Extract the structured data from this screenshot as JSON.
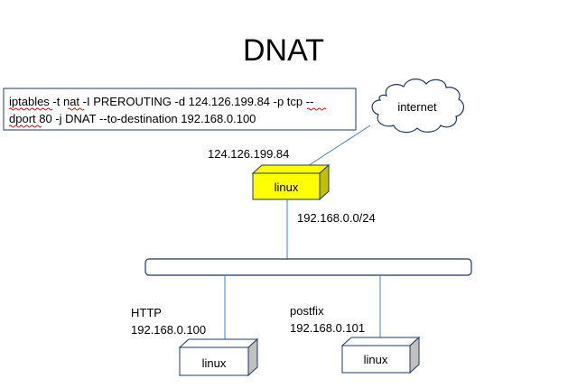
{
  "title": "DNAT",
  "command": {
    "line1": "iptables -t nat -I PREROUTING -d 124.126.199.84 -p tcp --",
    "line2": "dport 80 -j DNAT --to-destination 192.168.0.100"
  },
  "cloud": {
    "label": "internet"
  },
  "gateway": {
    "label": "linux",
    "public_ip": "124.126.199.84",
    "subnet": "192.168.0.0/24",
    "color": "#ffff00"
  },
  "hosts": [
    {
      "service": "HTTP",
      "ip": "192.168.0.100",
      "label": "linux"
    },
    {
      "service": "postfix",
      "ip": "192.168.0.101",
      "label": "linux"
    }
  ],
  "colors": {
    "outline": "#1f3864",
    "link": "#4a7ebb",
    "box_side": "#c0c0c0"
  }
}
